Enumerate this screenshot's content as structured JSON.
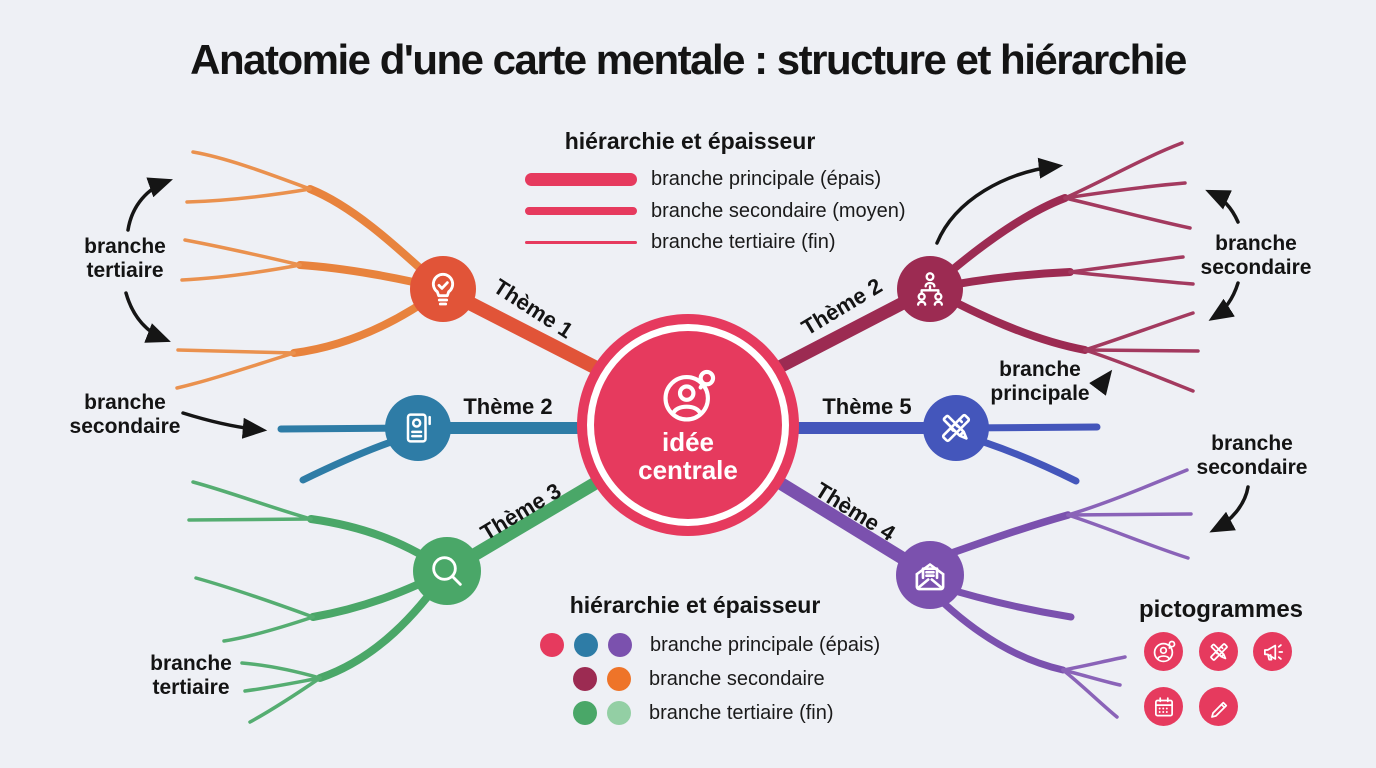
{
  "title": "Anatomie d'une carte mentale : structure et hiérarchie",
  "palette": {
    "background": "#eef0f5",
    "text": "#141414",
    "central_pink": "#e63a5e",
    "orange_node": "#e15438",
    "orange_branch": "#e8833d",
    "teal": "#2e7ca6",
    "green": "#4aa768",
    "green_light": "#93cfa4",
    "maroon": "#9c2b52",
    "blue": "#4456bb",
    "purple": "#7b51ae",
    "orange_dot": "#ee7429",
    "arrow": "#151515"
  },
  "central_node": {
    "line1": "idée",
    "line2": "centrale",
    "icon": "person-speech-icon"
  },
  "legend_top": {
    "heading": "hiérarchie et épaisseur",
    "items": [
      {
        "label": "branche principale (épais)",
        "weight": "thick"
      },
      {
        "label": "branche secondaire (moyen)",
        "weight": "medium"
      },
      {
        "label": "branche tertiaire (fin)",
        "weight": "thin"
      }
    ]
  },
  "legend_bottom": {
    "heading": "hiérarchie et épaisseur",
    "rows": [
      {
        "label": "branche principale (épais)",
        "dot_colors": [
          "#e63a5e",
          "#2e7ca6",
          "#7b51ae"
        ]
      },
      {
        "label": "branche secondaire",
        "dot_colors": [
          "#9c2b52",
          "#ee7429"
        ]
      },
      {
        "label": "branche tertiaire (fin)",
        "dot_colors": [
          "#4aa768",
          "#93cfa4"
        ]
      }
    ]
  },
  "themes": [
    {
      "label": "Thème 1",
      "color": "#e15438",
      "icon": "lightbulb-icon"
    },
    {
      "label": "Thème 2",
      "color": "#2e7ca6",
      "icon": "document-icon"
    },
    {
      "label": "Thème 3",
      "color": "#4aa768",
      "icon": "magnifier-icon"
    },
    {
      "label": "Thème 2",
      "color": "#9c2b52",
      "icon": "org-chart-icon"
    },
    {
      "label": "Thème 5",
      "color": "#4456bb",
      "icon": "pencil-ruler-icon"
    },
    {
      "label": "Thème 4",
      "color": "#7b51ae",
      "icon": "envelope-icon"
    }
  ],
  "annotations": {
    "left_tertiary": {
      "line1": "branche",
      "line2": "tertiaire"
    },
    "left_secondary": {
      "line1": "branche",
      "line2": "secondaire"
    },
    "right_secondary_top": {
      "line1": "branche",
      "line2": "secondaire"
    },
    "right_principale": {
      "line1": "branche",
      "line2": "principale"
    },
    "right_secondary_mid": {
      "line1": "branche",
      "line2": "secondaire"
    },
    "bottom_tertiary": {
      "line1": "branche",
      "line2": "tertiaire"
    }
  },
  "pictograms": {
    "heading": "pictogrammes",
    "icons": [
      "person-speech-icon",
      "pencil-ruler-icon",
      "megaphone-icon",
      "calendar-icon",
      "pencil-icon"
    ]
  }
}
